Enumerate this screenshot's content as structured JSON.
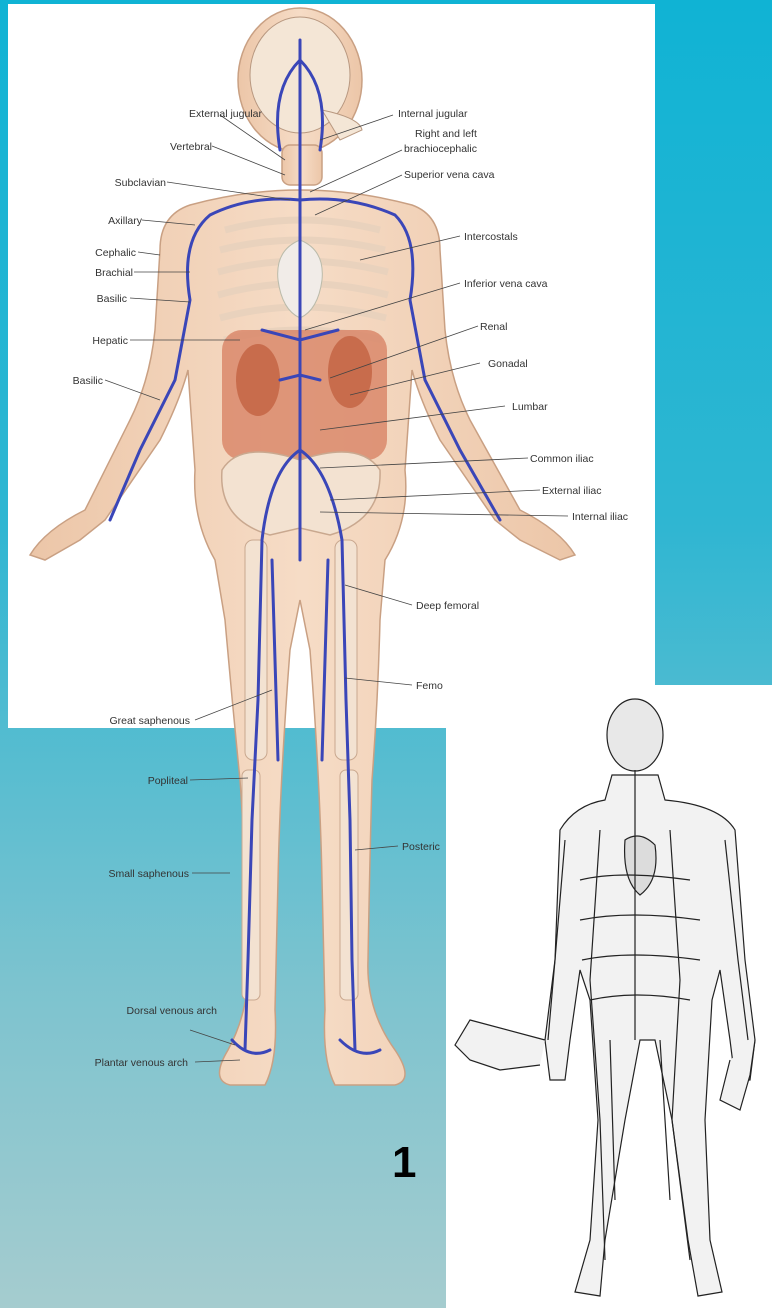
{
  "slide": {
    "page_number": "1",
    "colors": {
      "background_top": "#10b3d4",
      "background_bottom": "#a5cccf",
      "vein": "#3a46b8",
      "skin": "#f1d2b8",
      "organ": "#d9886b",
      "label_text": "#333333"
    }
  },
  "diagram": {
    "labels_left": [
      "External jugular",
      "Vertebral",
      "Subclavian",
      "Axillary",
      "Cephalic",
      "Brachial",
      "Basilic",
      "Hepatic",
      "Basilic",
      "Great saphenous",
      "Popliteal",
      "Small saphenous",
      "Dorsal venous arch",
      "Plantar venous arch"
    ],
    "labels_right": [
      "Internal jugular",
      "Right and left",
      "brachiocephalic",
      "Superior vena cava",
      "Intercostals",
      "Inferior vena cava",
      "Renal",
      "Gonadal",
      "Lumbar",
      "Common iliac",
      "External iliac",
      "Internal iliac",
      "Deep femoral",
      "Femo",
      "Posteric"
    ]
  }
}
